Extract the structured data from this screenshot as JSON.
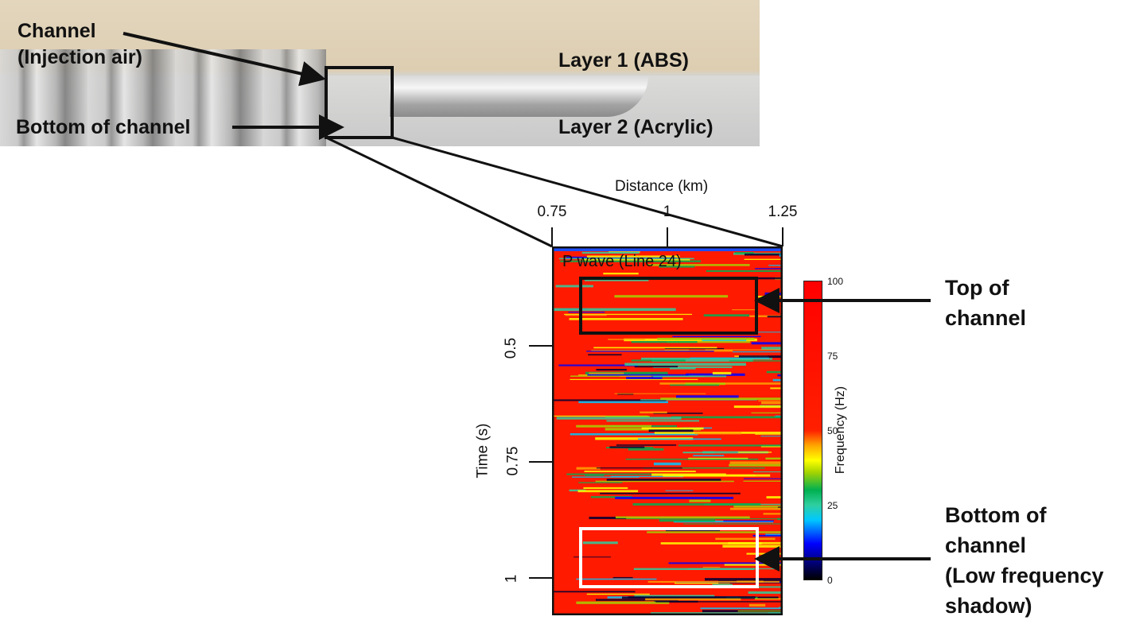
{
  "photo": {
    "label_channel": "Channel",
    "label_injection": "(Injection air)",
    "label_bottom": "Bottom of channel",
    "label_layer1": "Layer 1 (ABS)",
    "label_layer2": "Layer 2 (Acrylic)"
  },
  "chart_data": {
    "type": "heatmap",
    "title": "P wave (Line 24)",
    "xlabel": "Distance (km)",
    "ylabel": "Time (s)",
    "xlim": [
      0.75,
      1.25
    ],
    "x_ticks": [
      "0.75",
      "1",
      "1.25"
    ],
    "y_ticks": [
      "0.5",
      "0.75",
      "1"
    ],
    "colorbar_label": "Frequency (Hz)",
    "colorbar_range": [
      0,
      100
    ],
    "colorbar_ticks": [
      "100",
      "75",
      "50",
      "25",
      "0"
    ]
  },
  "annotations": {
    "top_line1": "Top of",
    "top_line2": "channel",
    "bottom_line1": "Bottom of",
    "bottom_line2": "channel",
    "bottom_line3": "(Low frequency",
    "bottom_line4": "shadow)"
  },
  "colors": {
    "top_box": "#111111",
    "bottom_box": "#ffffff",
    "background_red": "#ff1a00"
  }
}
